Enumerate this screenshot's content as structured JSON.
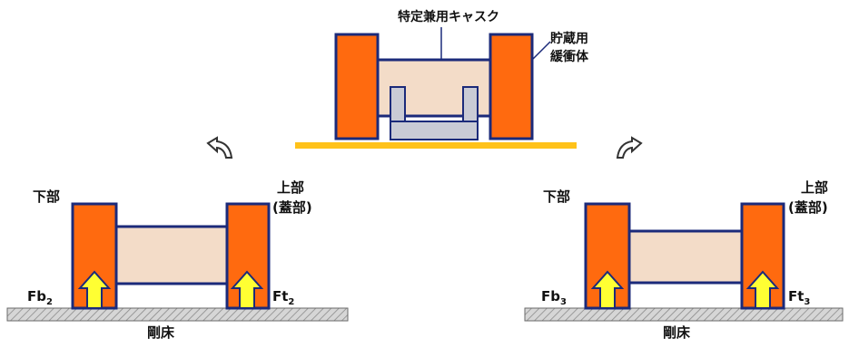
{
  "colors": {
    "cask": "#ff6a0f",
    "outline": "#1b2a7a",
    "body": "#f3dcc8",
    "buffer": "#c9cbd5",
    "floor": "#ffc21a",
    "arrow": "#ffff33",
    "slab": "#bdbdbd"
  },
  "top_view": {
    "cask_label": "特定兼用キャスク",
    "buffer_label_line1": "貯蔵用",
    "buffer_label_line2": "緩衝体"
  },
  "left_view": {
    "bottom_label": "下部",
    "top_label_line1": "上部",
    "top_label_line2": "(蓋部)",
    "force_bottom": "Fb",
    "force_bottom_sub": "2",
    "force_top": "Ft",
    "force_top_sub": "2",
    "floor_label": "剛床"
  },
  "right_view": {
    "bottom_label": "下部",
    "top_label_line1": "上部",
    "top_label_line2": "(蓋部)",
    "force_bottom": "Fb",
    "force_bottom_sub": "3",
    "force_top": "Ft",
    "force_top_sub": "3",
    "floor_label": "剛床"
  },
  "arrow_icon_name": "rotate-arrow-icon"
}
